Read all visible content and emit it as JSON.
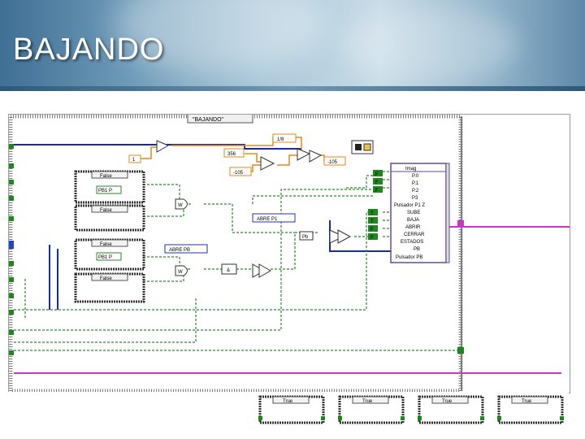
{
  "slide": {
    "title": "BAJANDO"
  },
  "diagram": {
    "case_selector": "\"BAJANDO\"",
    "constants": {
      "c_1_8": "1/8",
      "c_1": "1",
      "c_356": "356",
      "c_neg_105": "-105",
      "c_neg_105b": "-105"
    },
    "sub_cases": [
      {
        "label": "False",
        "inner": "PB1 P"
      },
      {
        "label": "False",
        "inner": ""
      },
      {
        "label": "False",
        "inner": "PB1 P"
      },
      {
        "label": "False",
        "inner": ""
      }
    ],
    "enum_consts": [
      "ABRE P1",
      "ABRE PB"
    ],
    "small_nodes": [
      "W",
      "W",
      "&",
      "Pb"
    ],
    "cluster": {
      "header": "Imag",
      "items": [
        "P.0",
        "P.1",
        "P.2",
        "P3",
        "Pulsador P1 Z",
        "SUBE",
        "BAJA",
        "ABRIR",
        "CERRAR",
        "ESTADOS",
        "PB",
        "Pulsador PB"
      ]
    },
    "bool_flags": [
      "F",
      "F",
      "F",
      "T",
      "T",
      "F",
      "F"
    ],
    "bottom_cases": [
      "True",
      "True",
      "True",
      "True"
    ]
  }
}
